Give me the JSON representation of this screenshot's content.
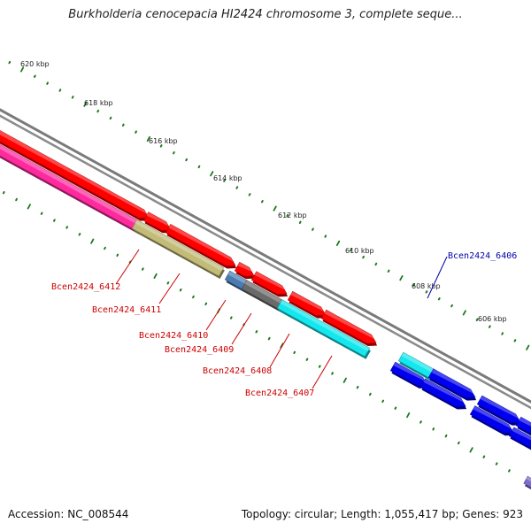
{
  "title": "Burkholderia cenocepacia HI2424 chromosome 3, complete seque...",
  "footer": {
    "accession": "Accession: NC_008544",
    "summary": "Topology: circular; Length: 1,055,417 bp; Genes: 923"
  },
  "colors": {
    "tick": "#1e7a1e",
    "backbone": "#777777",
    "label_red": "#cc0000",
    "label_blue": "#0000aa",
    "red": "#ff0000",
    "magenta": "#ff2a9e",
    "khaki": "#c3bc78",
    "steel": "#4a7cb0",
    "gray": "#6a6a6a",
    "cyan": "#14e8ee",
    "blue": "#0000ee",
    "purple": "#7a6ccc"
  },
  "scale_labels": [
    "620 kbp",
    "618 kbp",
    "616 kbp",
    "614 kbp",
    "612 kbp",
    "610 kbp",
    "608 kbp",
    "606 kbp"
  ],
  "gene_labels": [
    "Bcen2424_6412",
    "Bcen2424_6411",
    "Bcen2424_6410",
    "Bcen2424_6409",
    "Bcen2424_6408",
    "Bcen2424_6407",
    "Bcen2424_6406"
  ]
}
